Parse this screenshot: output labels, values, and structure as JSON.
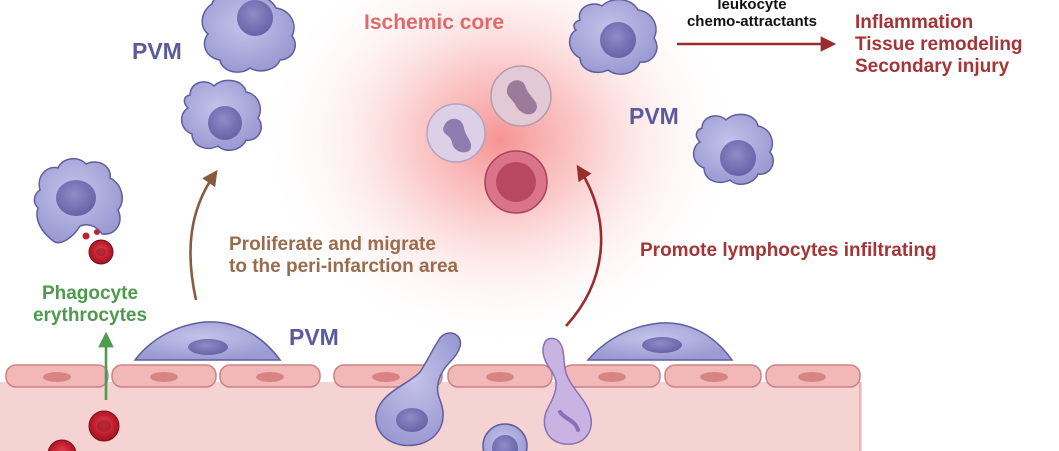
{
  "labels": {
    "pvm_top_left": "PVM",
    "pvm_mid_right": "PVM",
    "pvm_bottom_center": "PVM",
    "ischemic_core": "Ischemic core",
    "chemo_line1": "leukocyte",
    "chemo_line2": "chemo-attractants",
    "outcome_1": "Inflammation",
    "outcome_2": "Tissue remodeling",
    "outcome_3": "Secondary injury",
    "proliferate_line1": "Proliferate and migrate",
    "proliferate_line2": "to the peri-infarction area",
    "promote": "Promote lymphocytes infiltrating",
    "phagocyte_line1": "Phagocyte",
    "phagocyte_line2": "erythrocytes"
  },
  "colors": {
    "pvm_text": "#5b5a9a",
    "ischemic_text": "#e06a6a",
    "outcome_text": "#a43436",
    "proliferate_text": "#9a6b4d",
    "phagocyte_text": "#4e9a4f",
    "cell_fill": "#aaaadd",
    "cell_nucleus": "#7b78b8",
    "vessel_fill": "#f5cfcf",
    "endothelial_fill": "#f2b7b7",
    "rbc_fill": "#c0202e"
  },
  "icons": [
    "macrophage-icon",
    "neutrophil-icon",
    "lymphocyte-icon",
    "erythrocyte-icon",
    "endothelial-cell-icon",
    "pericyte-icon"
  ]
}
